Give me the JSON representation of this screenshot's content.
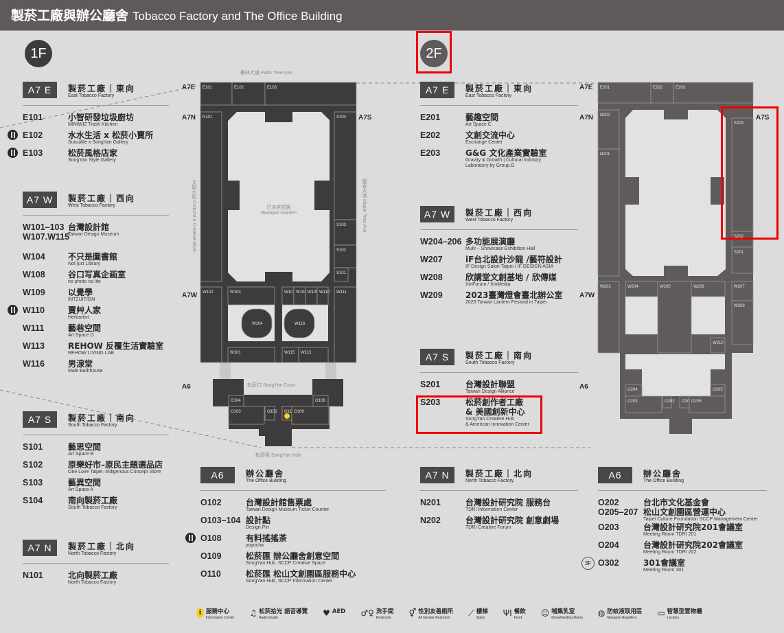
{
  "header": {
    "title_zh": "製菸工廠與辦公廳舍",
    "title_en": "Tobacco Factory and The Office Building"
  },
  "floors": {
    "first": "1F",
    "second": "2F"
  },
  "colors": {
    "header": "#5e5a59",
    "map_1f": "#3e3b3c",
    "map_2f": "#5f5b5b",
    "badge": "#4a4748",
    "highlight": "#ee0000",
    "info": "#f3d21a"
  },
  "list_1f": [
    {
      "badge": "A7 E",
      "title": "製菸工廠｜東向",
      "subtitle": "East Tobacco Factory",
      "entries": [
        {
          "code": "E101",
          "name": "小智研發垃圾廚坊",
          "sub": "MINIWIZ Trash Kitchen"
        },
        {
          "code": "E102",
          "name": "水水生活 x 松菸小賣所",
          "sub": "Suisuilife x SongYan Gallery",
          "food": true
        },
        {
          "code": "E103",
          "name": "松菸風格店家",
          "sub": "SongYan Style Gallery",
          "food": true
        }
      ]
    },
    {
      "badge": "A7 W",
      "title": "製菸工廠｜西向",
      "subtitle": "West Tobacco Factory",
      "entries": [
        {
          "code": "W101–103\nW107.W115",
          "name": "台灣設計館",
          "sub": "Taiwan Design Museum",
          "tall": true
        },
        {
          "code": "W104",
          "name": "不只是圖書館",
          "sub": "Not just Library"
        },
        {
          "code": "W108",
          "name": "谷口写真企画室",
          "sub": "no photo no life"
        },
        {
          "code": "W109",
          "name": "以覺學",
          "sub": "INTZUITION"
        },
        {
          "code": "W110",
          "name": "賣艸人家",
          "sub": "Herbartist",
          "food": true
        },
        {
          "code": "W111",
          "name": "藝巷空間",
          "sub": "Art Space D"
        },
        {
          "code": "W113",
          "name": "REHOW 反覆生活實驗室",
          "sub": "REHOW LIVING LAB"
        },
        {
          "code": "W116",
          "name": "男湶堂",
          "sub": "Male Bathhouse"
        }
      ]
    },
    {
      "badge": "A7 S",
      "title": "製菸工廠｜南向",
      "subtitle": "South Tobacco Factory",
      "entries": [
        {
          "code": "S101",
          "name": "藝思空間",
          "sub": "Art Space B"
        },
        {
          "code": "S102",
          "name": "原樂好市–原民主題選品店",
          "sub": "One Love Taipei–Indigenous Concept Store"
        },
        {
          "code": "S103",
          "name": "藝異空間",
          "sub": "Art Space A"
        },
        {
          "code": "S104",
          "name": "南向製菸工廠",
          "sub": "South Tobacco Factory"
        }
      ]
    },
    {
      "badge": "A7 N",
      "title": "製菸工廠｜北向",
      "subtitle": "North Tobacco Factory",
      "entries": [
        {
          "code": "N101",
          "name": "北向製菸工廠",
          "sub": "North Tobacco Factory"
        }
      ]
    },
    {
      "badge": "A6",
      "title": "辦公廳舍",
      "subtitle": "The Office Building",
      "entries": [
        {
          "code": "O102",
          "name": "台灣設計館售票處",
          "sub": "Taiwan Design Museum Ticket Counter"
        },
        {
          "code": "O103–104",
          "name": "設計點",
          "sub": "Design Pin"
        },
        {
          "code": "O108",
          "name": "有料搖搖茶",
          "sub": "yoyocha",
          "food": true
        },
        {
          "code": "O109",
          "name": "松菸匯 辦公廳舍創意空間",
          "sub": "SongYan Hub, SCCP Creative Space"
        },
        {
          "code": "O110",
          "name": "松菸匯 松山文創園區服務中心",
          "sub": "SongYan Hub, SCCP Information Center"
        }
      ]
    }
  ],
  "list_2f": [
    {
      "badge": "A7 E",
      "title": "製菸工廠｜東向",
      "subtitle": "East Tobacco Factory",
      "entries": [
        {
          "code": "E201",
          "name": "藝趣空間",
          "sub": "Art Space C"
        },
        {
          "code": "E202",
          "name": "文創交流中心",
          "sub": "Exchange Center"
        },
        {
          "code": "E203",
          "name": "G&G 文化產業實驗室",
          "sub": "Gravity & Growth | Cultural Industry\nLaboratory by Group.G"
        }
      ]
    },
    {
      "badge": "A7 W",
      "title": "製菸工廠｜西向",
      "subtitle": "West Tobacco Factory",
      "entries": [
        {
          "code": "W204–206",
          "name": "多功能展演廳",
          "sub": "Multi – Showcase Exhibition Hall"
        },
        {
          "code": "W207",
          "name": "iF台北設計沙龍 /藝符設計",
          "sub": "IF Design Salon Taipei / IF DESIGN ASIA"
        },
        {
          "code": "W208",
          "name": "欣講堂文創基地 / 欣傳媒",
          "sub": "XinForum / XinMedia"
        },
        {
          "code": "W209",
          "name": "2023臺灣燈會臺北辦公室",
          "sub": "2023 Taiwan Lantern Festival in Taipei"
        }
      ]
    },
    {
      "badge": "A7 S",
      "title": "製菸工廠｜南向",
      "subtitle": "South Tobacco Factory",
      "entries": [
        {
          "code": "S201",
          "name": "台灣設計聯盟",
          "sub": "Taiwan Design Alliance"
        },
        {
          "code": "S203",
          "name": "松菸創作者工廠\n& 美國創新中心",
          "sub": "SongYan Creative Hub\n& American Innovation Center"
        }
      ]
    },
    {
      "badge": "A7 N",
      "title": "製菸工廠｜北向",
      "subtitle": "North Tobacco Factory",
      "entries": [
        {
          "code": "N201",
          "name": "台灣設計研究院 服務台",
          "sub": "TDRI Information Center"
        },
        {
          "code": "N202",
          "name": "台灣設計研究院 創意劇場",
          "sub": "TDRI Creative Forum"
        }
      ]
    },
    {
      "badge": "A6",
      "title": "辦公廳舍",
      "subtitle": "The Office Building",
      "entries": [
        {
          "code": "O202\nO205–207",
          "name": "台北市文化基金會\n松山文創園區營運中心",
          "sub": "Taipei Culture Foundation SCCP Management Center"
        },
        {
          "code": "O203",
          "name": "台灣設計研究院201會議室",
          "sub": "Meeting Room TDRI 201"
        },
        {
          "code": "O204",
          "name": "台灣設計研究院202會議室",
          "sub": "Meeting Room TDRI 202"
        },
        {
          "code": "O302",
          "name": "301會議室",
          "sub": "Meeting Room 301",
          "floor": "3F"
        }
      ]
    }
  ],
  "map_1f": {
    "entrances": [
      "A7E",
      "A7N",
      "A7S",
      "A7W",
      "A6"
    ],
    "labels": {
      "palm": "椰林大道 Palm Tree Ave.",
      "cultural": "文創大街 Cultural & Creative Blvd.",
      "maple": "楓香大道 Maple Tree Ave.",
      "garden_zh": "巴洛克花園",
      "garden_en": "Baroque Garden",
      "court": "松菸口 SongYan Court",
      "hub": "松菸匯 SongYan Hub"
    },
    "rooms": [
      "E101",
      "E102",
      "E103",
      "N101",
      "S104",
      "S103",
      "S102",
      "S101",
      "W102",
      "W103",
      "W107",
      "W108",
      "W109",
      "W110",
      "W111",
      "W104",
      "W116",
      "W101",
      "W115",
      "W113",
      "O104",
      "O103",
      "O102",
      "O110",
      "O109",
      "O108"
    ]
  },
  "map_2f": {
    "entrances": [
      "A7E",
      "A7N",
      "A7S",
      "A7W",
      "A6"
    ],
    "rooms": [
      "E201",
      "E202",
      "E203",
      "N202",
      "N201",
      "S203",
      "S202",
      "S201",
      "W203",
      "W204",
      "W205",
      "W206",
      "W207",
      "W208",
      "W210",
      "O204",
      "O205",
      "O203",
      "O202",
      "O207",
      "O206"
    ]
  },
  "legend": [
    {
      "icon": "info-icon",
      "glyph": "i",
      "zh": "服務中心",
      "en": "Information Center"
    },
    {
      "icon": "audio-guide-icon",
      "glyph": "♫",
      "zh": "松菸拾光 語音導覽",
      "en": "Audio Guide"
    },
    {
      "icon": "aed-icon",
      "glyph": "♥",
      "zh": "AED",
      "en": ""
    },
    {
      "icon": "restroom-icon",
      "glyph": "♂♀",
      "zh": "洗手間",
      "en": "Restroom"
    },
    {
      "icon": "all-gender-restroom-icon",
      "glyph": "⚥",
      "zh": "性別友善廁所",
      "en": "All Gender Restroom"
    },
    {
      "icon": "stairs-icon",
      "glyph": "⟋",
      "zh": "樓梯",
      "en": "Stairs"
    },
    {
      "icon": "food-icon",
      "glyph": "ΨI",
      "zh": "餐飲",
      "en": "Food"
    },
    {
      "icon": "breastfeeding-icon",
      "glyph": "☺",
      "zh": "哺集乳室",
      "en": "Breastfeeding Room"
    },
    {
      "icon": "mosquito-repellent-icon",
      "glyph": "◍",
      "zh": "防蚊液取用區",
      "en": "Mosquito Repellent"
    },
    {
      "icon": "locker-icon",
      "glyph": "▭",
      "zh": "智慧型置物櫃",
      "en": "Lockers"
    }
  ]
}
